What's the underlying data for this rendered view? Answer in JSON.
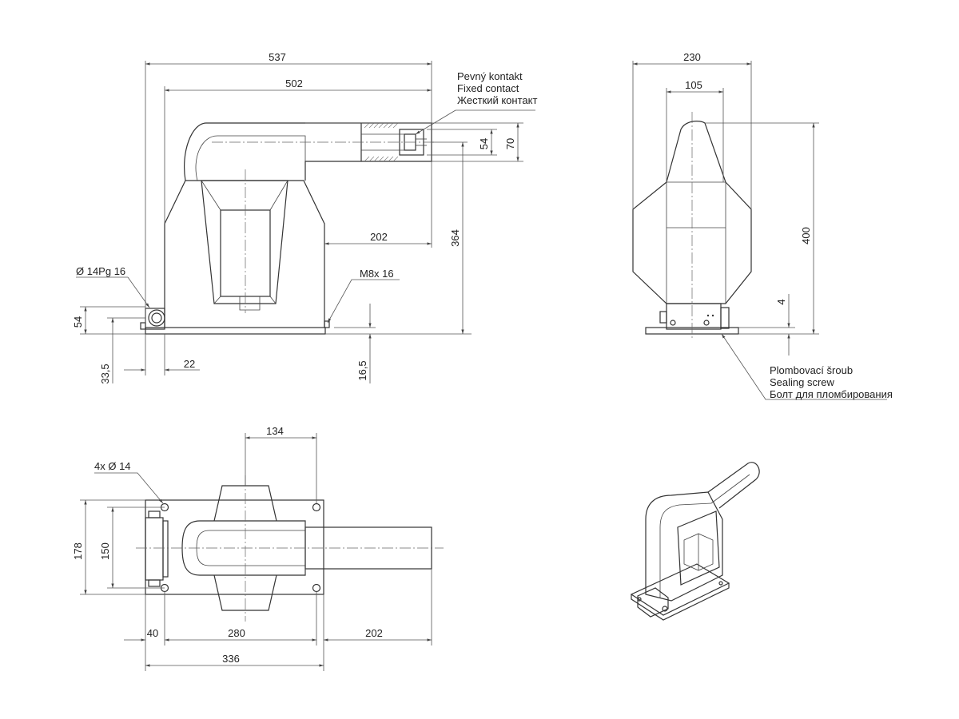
{
  "dimensions": {
    "front_overall_width": "537",
    "front_body_width": "502",
    "front_arm_extension": "202",
    "front_height": "364",
    "contact_inner": "54",
    "contact_outer": "70",
    "terminal_box_height": "54",
    "terminal_box_offset": "33,5",
    "terminal_box_depth": "22",
    "plate_thickness": "16,5",
    "side_overall_width": "230",
    "side_head_width": "105",
    "side_height": "400",
    "side_plate": "4",
    "top_head_width": "134",
    "top_outer_depth": "178",
    "top_hole_spacing_depth": "150",
    "top_terminal_offset": "40",
    "top_hole_spacing_length": "280",
    "top_arm_extension": "202",
    "top_plate_length": "336"
  },
  "labels": {
    "gland": "Ø 14Pg 16",
    "earth_screw": "M8x 16",
    "mount_holes": "4x  Ø 14",
    "contact_cz": "Pevný kontakt",
    "contact_en": "Fixed contact",
    "contact_ru": "Жесткий контакт",
    "sealing_cz": "Plombovací šroub",
    "sealing_en": "Sealing screw",
    "sealing_ru": "Болт для пломбирования"
  },
  "colors": {
    "line": "#333333",
    "text": "#222222",
    "background": "#ffffff"
  }
}
